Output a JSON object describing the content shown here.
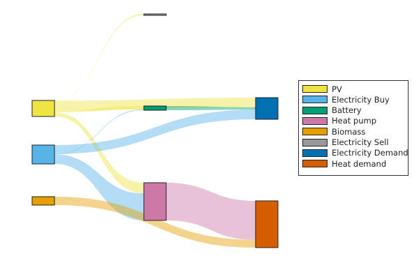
{
  "legend": [
    {
      "label": "PV",
      "color": "#f0e442"
    },
    {
      "label": "Electricity Buy",
      "color": "#56b4e9"
    },
    {
      "label": "Battery",
      "color": "#009e73"
    },
    {
      "label": "Heat pump",
      "color": "#cc79a7"
    },
    {
      "label": "Biomass",
      "color": "#e69f00"
    },
    {
      "label": "Electricity Sell",
      "color": "#999999"
    },
    {
      "label": "Electricity Demand",
      "color": "#0072b2"
    },
    {
      "label": "Heat demand",
      "color": "#d55e00"
    }
  ],
  "chart_data": {
    "type": "sankey",
    "nodes": [
      "PV",
      "Electricity Buy",
      "Battery",
      "Heat pump",
      "Biomass",
      "Electricity Sell",
      "Electricity Demand",
      "Heat demand"
    ],
    "links": [
      {
        "source": "PV",
        "target": "Electricity Sell",
        "value": 0.3
      },
      {
        "source": "PV",
        "target": "Electricity Demand",
        "value": 14
      },
      {
        "source": "PV",
        "target": "Battery",
        "value": 3
      },
      {
        "source": "PV",
        "target": "Heat pump",
        "value": 6
      },
      {
        "source": "Electricity Buy",
        "target": "Battery",
        "value": 0.8
      },
      {
        "source": "Electricity Buy",
        "target": "Electricity Demand",
        "value": 14
      },
      {
        "source": "Electricity Buy",
        "target": "Heat pump",
        "value": 15
      },
      {
        "source": "Battery",
        "target": "Electricity Demand",
        "value": 3.5
      },
      {
        "source": "Heat pump",
        "target": "Heat demand",
        "value": 55
      },
      {
        "source": "Biomass",
        "target": "Heat demand",
        "value": 11
      }
    ]
  }
}
